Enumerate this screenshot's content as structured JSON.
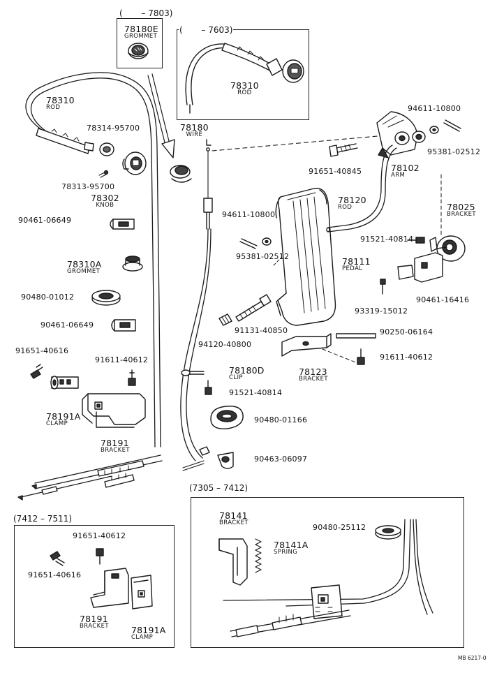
{
  "boxes": {
    "grommet_box": "(       – 7803)",
    "rod_box": "(       – 7603)",
    "lower_right_box": "(7305 – 7412)",
    "lower_left_box": "(7412 – 7511)"
  },
  "parts": {
    "p78180e": {
      "num": "78180E",
      "name": "GROMMET"
    },
    "p78310_box": {
      "num": "78310",
      "name": "ROD"
    },
    "p78310": {
      "num": "78310",
      "name": "ROD"
    },
    "p78314": {
      "num": "78314-95700"
    },
    "p78313": {
      "num": "78313-95700"
    },
    "p78302": {
      "num": "78302",
      "name": "KNOB"
    },
    "p90461a": {
      "num": "90461-06649"
    },
    "p78310a": {
      "num": "78310A",
      "name": "GROMMET"
    },
    "p90480a": {
      "num": "90480-01012"
    },
    "p90461b": {
      "num": "90461-06649"
    },
    "p91651a": {
      "num": "91651-40616"
    },
    "p91611a": {
      "num": "91611-40612"
    },
    "p78191a": {
      "num": "78191A",
      "name": "CLAMP"
    },
    "p78191": {
      "num": "78191",
      "name": "BRACKET"
    },
    "p78180": {
      "num": "78180",
      "name": "WIRE"
    },
    "p94611a": {
      "num": "94611-10800"
    },
    "p95381a": {
      "num": "95381-02512"
    },
    "p94611b": {
      "num": "94611-10800"
    },
    "p95381b": {
      "num": "95381-02512"
    },
    "p91651b": {
      "num": "91651-40845"
    },
    "p78102": {
      "num": "78102",
      "name": "ARM"
    },
    "p78120": {
      "num": "78120",
      "name": "ROD"
    },
    "p78025": {
      "num": "78025",
      "name": "BRACKET"
    },
    "p91521a": {
      "num": "91521-40814"
    },
    "p78111": {
      "num": "78111",
      "name": "PEDAL"
    },
    "p90461c": {
      "num": "90461-16416"
    },
    "p93319": {
      "num": "93319-15012"
    },
    "p91131": {
      "num": "91131-40850"
    },
    "p94120": {
      "num": "94120-40800"
    },
    "p90250": {
      "num": "90250-06164"
    },
    "p91611b": {
      "num": "91611-40612"
    },
    "p78123": {
      "num": "78123",
      "name": "BRACKET"
    },
    "p78180d": {
      "num": "78180D",
      "name": "CLIP"
    },
    "p91521b": {
      "num": "91521-40814"
    },
    "p90480b": {
      "num": "90480-01166"
    },
    "p90463": {
      "num": "90463-06097"
    },
    "p78141": {
      "num": "78141",
      "name": "BRACKET"
    },
    "p78141a": {
      "num": "78141A",
      "name": "SPRING"
    },
    "p90480c": {
      "num": "90480-25112"
    },
    "p91651c": {
      "num": "91651-40612"
    },
    "p91651d": {
      "num": "91651-40616"
    },
    "p78191_b": {
      "num": "78191",
      "name": "BRACKET"
    },
    "p78191a_b": {
      "num": "78191A",
      "name": "CLAMP"
    }
  },
  "ref_code": "MB 6217-0"
}
